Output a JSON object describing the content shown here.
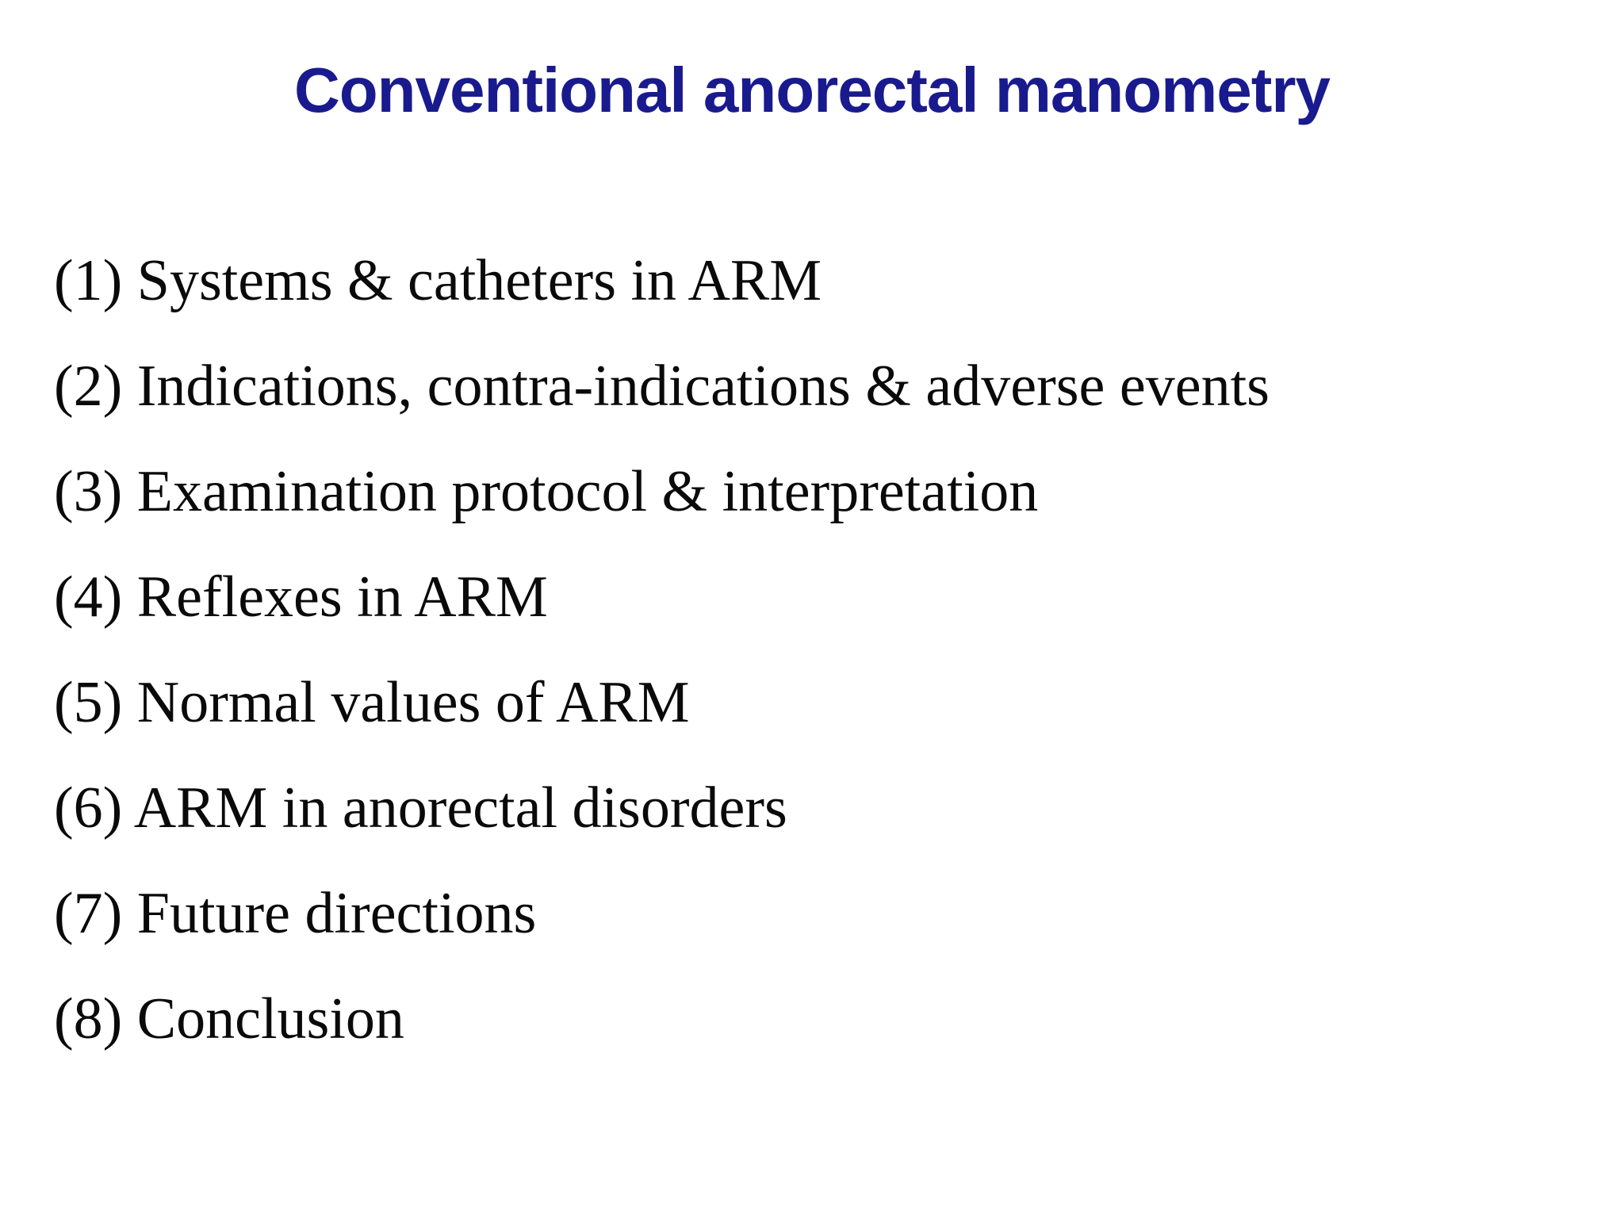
{
  "slide": {
    "title": "Conventional anorectal manometry",
    "items": [
      "(1) Systems & catheters in ARM",
      "(2) Indications, contra-indications & adverse events",
      "(3) Examination protocol & interpretation",
      "(4) Reflexes in ARM",
      "(5) Normal values of ARM",
      "(6) ARM in anorectal disorders",
      "(7) Future directions",
      "(8) Conclusion"
    ],
    "colors": {
      "title_text": "#1a1a8f",
      "body_text": "#0a0a0a",
      "background": "#ffffff"
    }
  }
}
